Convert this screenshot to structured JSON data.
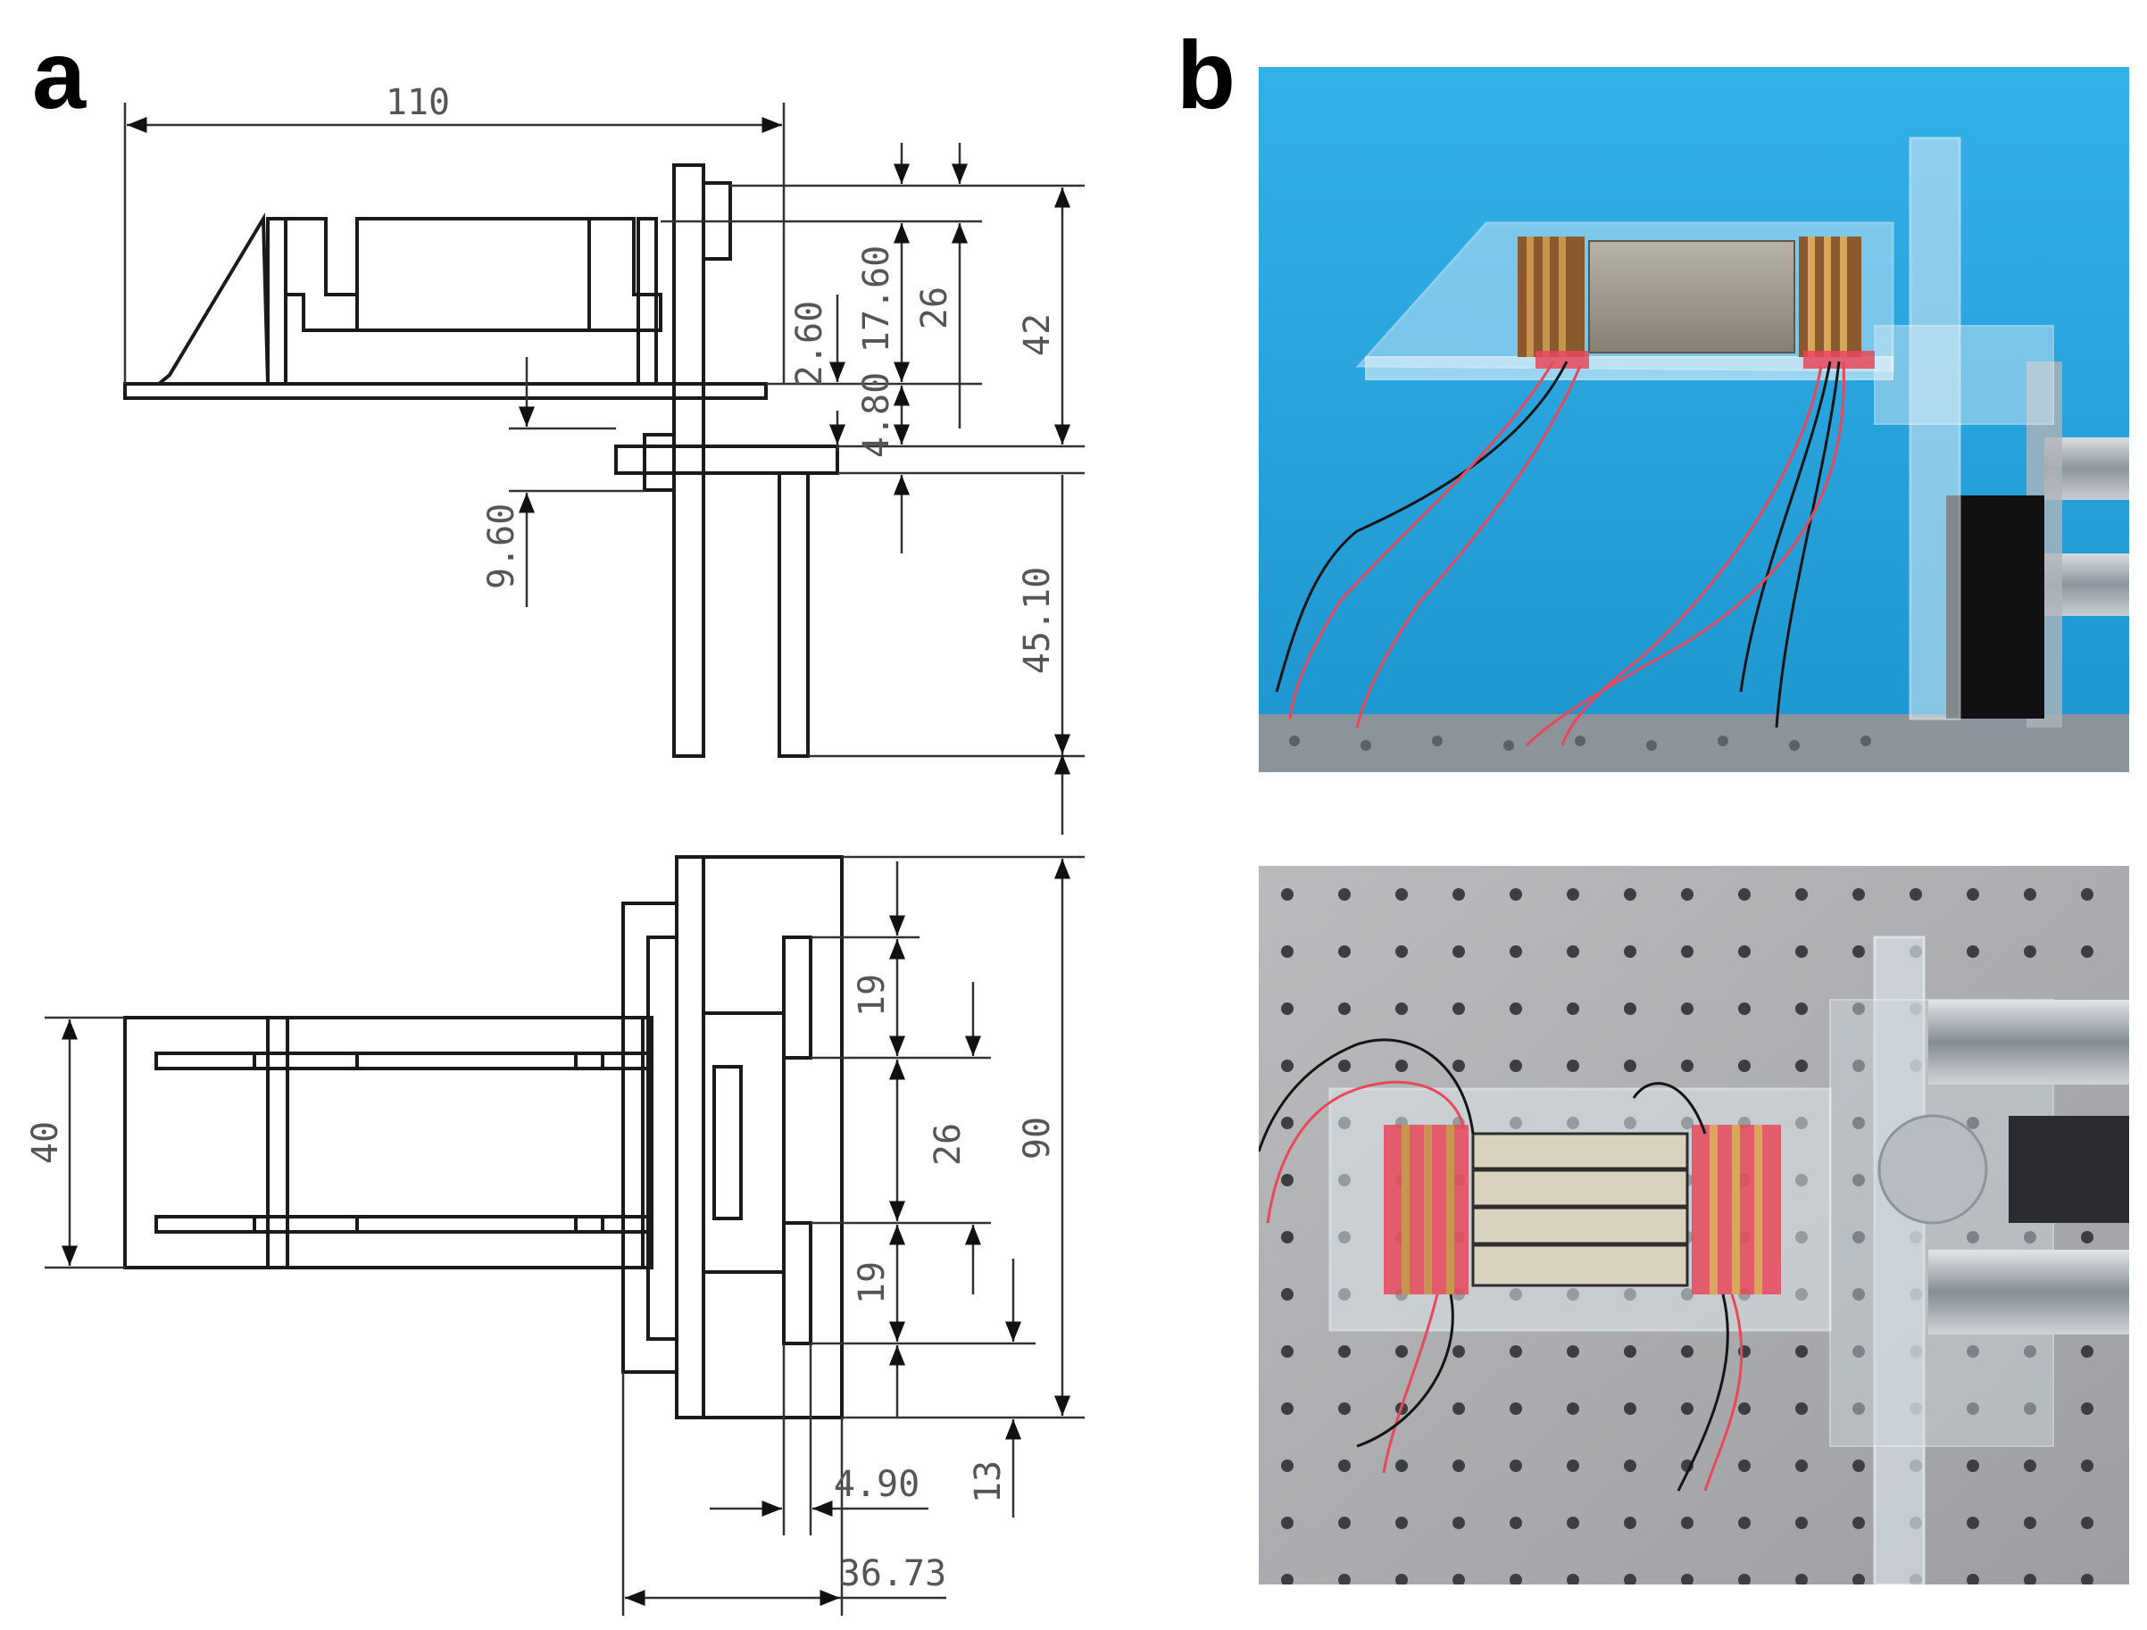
{
  "figure": {
    "panels": [
      {
        "id": "a",
        "label": "a"
      },
      {
        "id": "b",
        "label": "b"
      }
    ]
  },
  "drawing": {
    "dimensions": {
      "overall_length": "110",
      "top_gap_1": "17.60",
      "top_gap_2": "26",
      "small_gap_1": "2.60",
      "small_gap_2": "4.80",
      "side_height_top": "42",
      "side_height_bottom": "45.10",
      "bracket_offset": "9.60",
      "body_width": "40",
      "pitch_1": "19",
      "pitch_2": "26",
      "pitch_3": "19",
      "plate_height": "90",
      "offset_13": "13",
      "thickness": "4.90",
      "base_width": "36.73"
    }
  },
  "colors": {
    "line": "#1a1a1a",
    "dim_line": "#333333",
    "photo_top_background": "#2fa8e2",
    "photo_bottom_background": "#a9abad",
    "wire_red": "#e8485a",
    "wire_black": "#151515"
  }
}
